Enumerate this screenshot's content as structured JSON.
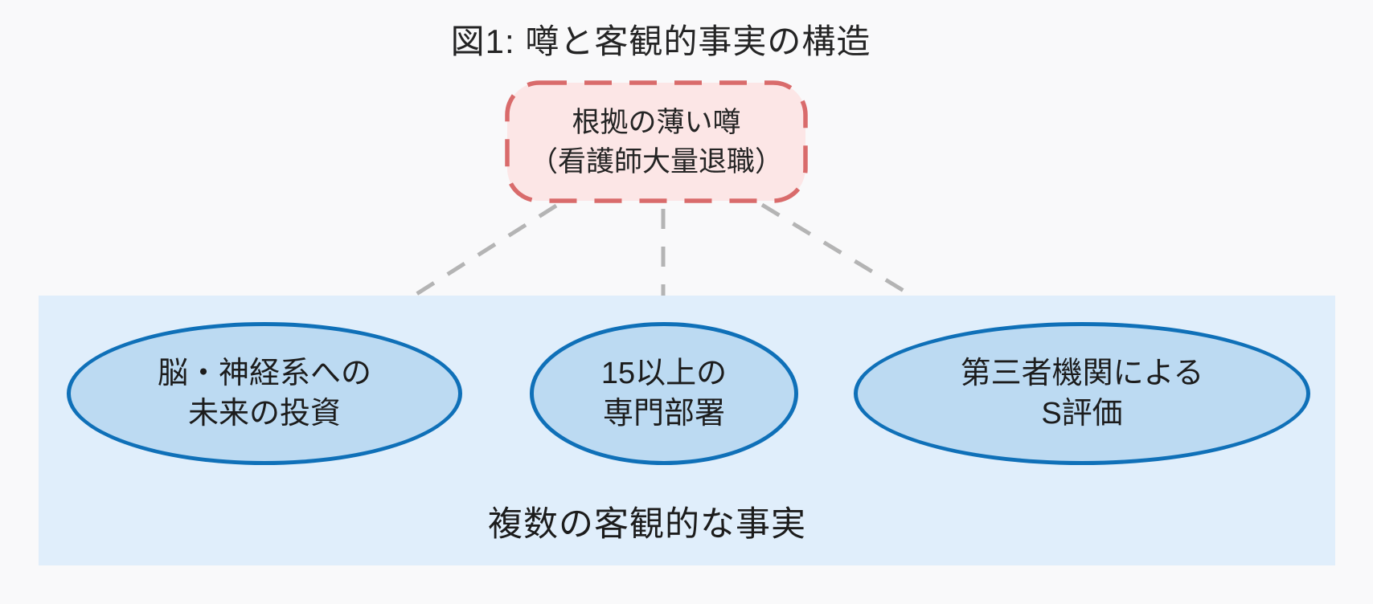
{
  "figure": {
    "title": "図1: 噂と客観的事実の構造",
    "rumor_box": {
      "line1": "根拠の薄い噂",
      "line2": "（看護師大量退職）"
    },
    "fact_nodes": [
      {
        "line1": "脳・神経系への",
        "line2": "未来の投資"
      },
      {
        "line1": "15以上の",
        "line2": "専門部署"
      },
      {
        "line1": "第三者機関による",
        "line2": "S評価"
      }
    ],
    "facts_area_label": "複数の客観的な事実",
    "colors": {
      "background": "#f9f9fa",
      "rumor_fill": "#fce6e6",
      "rumor_border": "#d96b6b",
      "fact_fill": "#bcdaf2",
      "fact_border": "#0f70b8",
      "facts_area_fill": "#e0eefb",
      "connector": "#b4b4b4",
      "text": "#1f1f1f"
    }
  }
}
